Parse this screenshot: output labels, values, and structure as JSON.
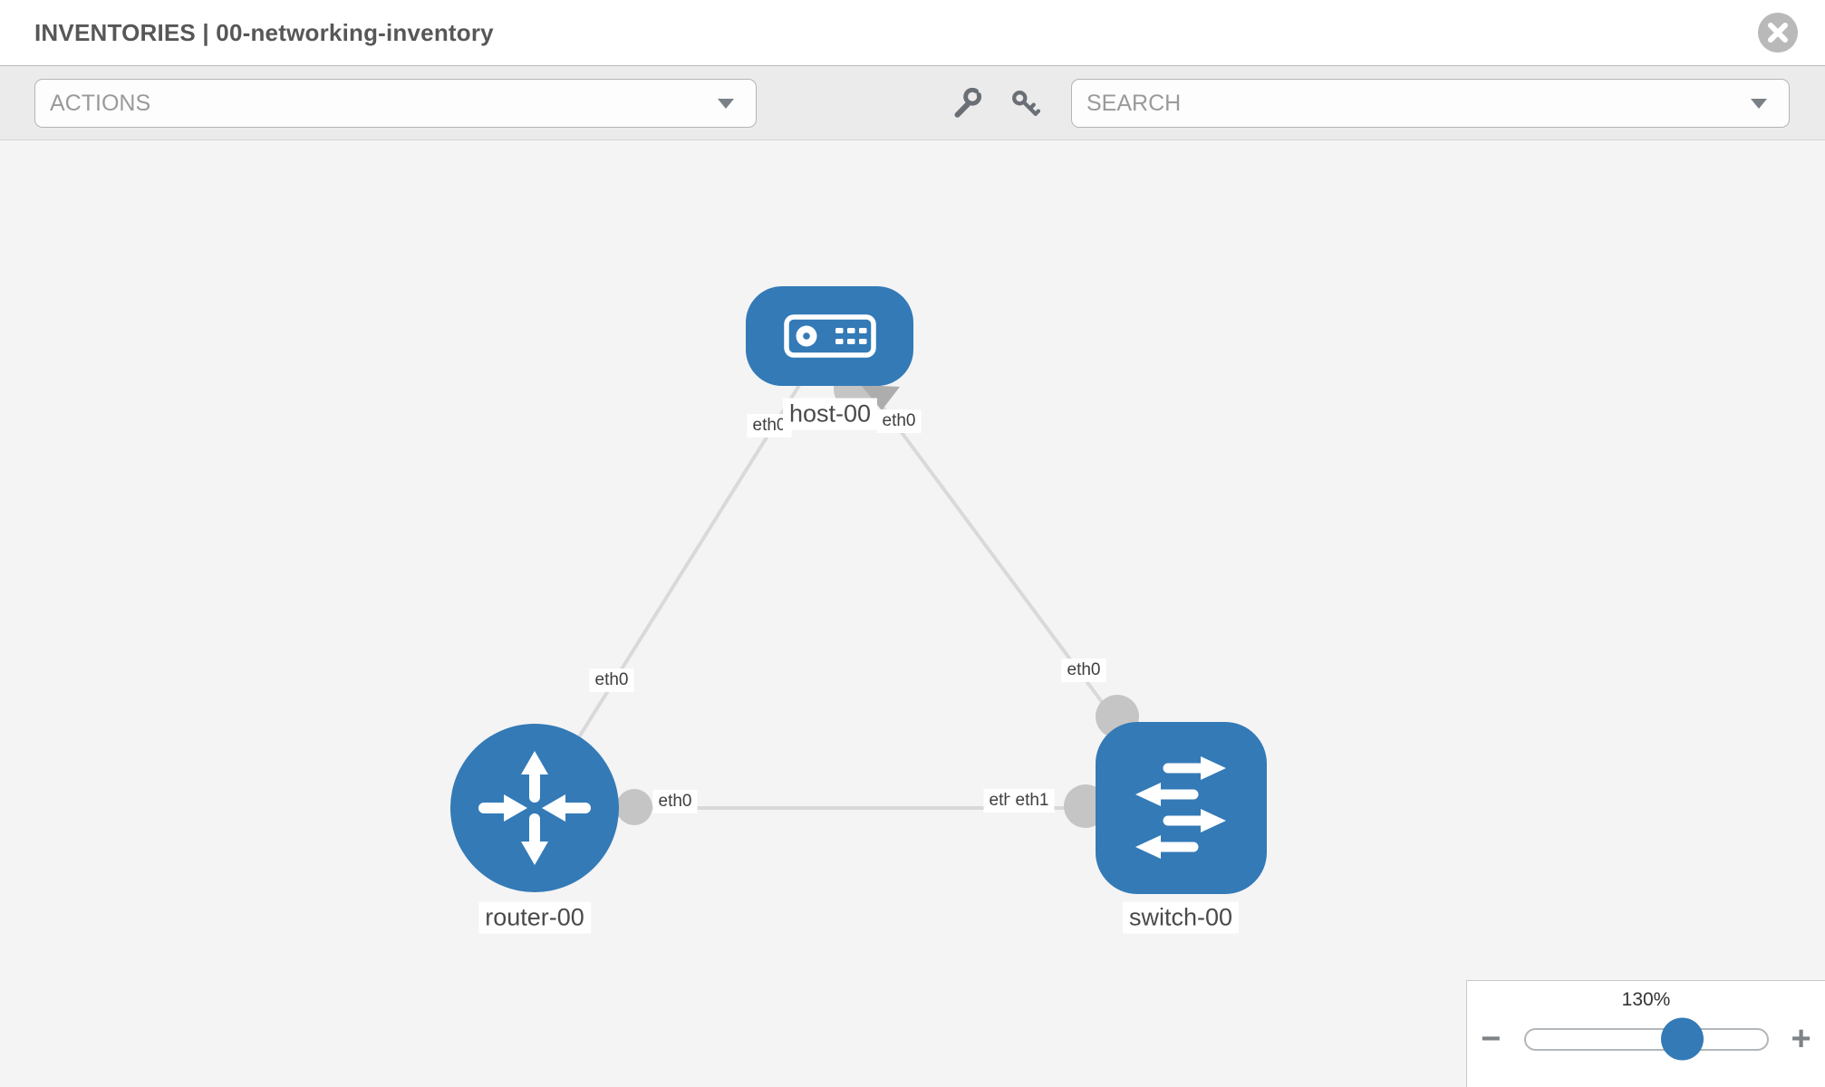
{
  "header": {
    "title": "INVENTORIES | 00-networking-inventory"
  },
  "toolbar": {
    "actions_label": "ACTIONS",
    "search_placeholder": "SEARCH",
    "icon_names": [
      "wrench-icon",
      "key-icon"
    ]
  },
  "topology": {
    "nodes": [
      {
        "label": "host-00",
        "type": "host"
      },
      {
        "label": "router-00",
        "type": "router"
      },
      {
        "label": "switch-00",
        "type": "switch"
      }
    ],
    "ports": {
      "host_left": "eth0",
      "host_right": "eth0",
      "router_host_mid": "eth0",
      "router_switch_router_side": "eth0",
      "host_switch_switch_side": "eth0",
      "router_switch_switch_side_hidden": "eth0",
      "router_switch_switch_side": "eth1"
    },
    "links": [
      {
        "from": "router-00",
        "to": "host-00"
      },
      {
        "from": "host-00",
        "to": "switch-00"
      },
      {
        "from": "router-00",
        "to": "switch-00"
      }
    ]
  },
  "zoom_control": {
    "level": "130%",
    "minus": "−",
    "plus": "+"
  },
  "colors": {
    "node_blue": "#337ab7",
    "edge_gray": "#d9d9d9",
    "endpoint_gray": "#c5c5c5",
    "canvas_bg": "#f4f4f4",
    "toolbar_bg": "#ebebeb"
  }
}
